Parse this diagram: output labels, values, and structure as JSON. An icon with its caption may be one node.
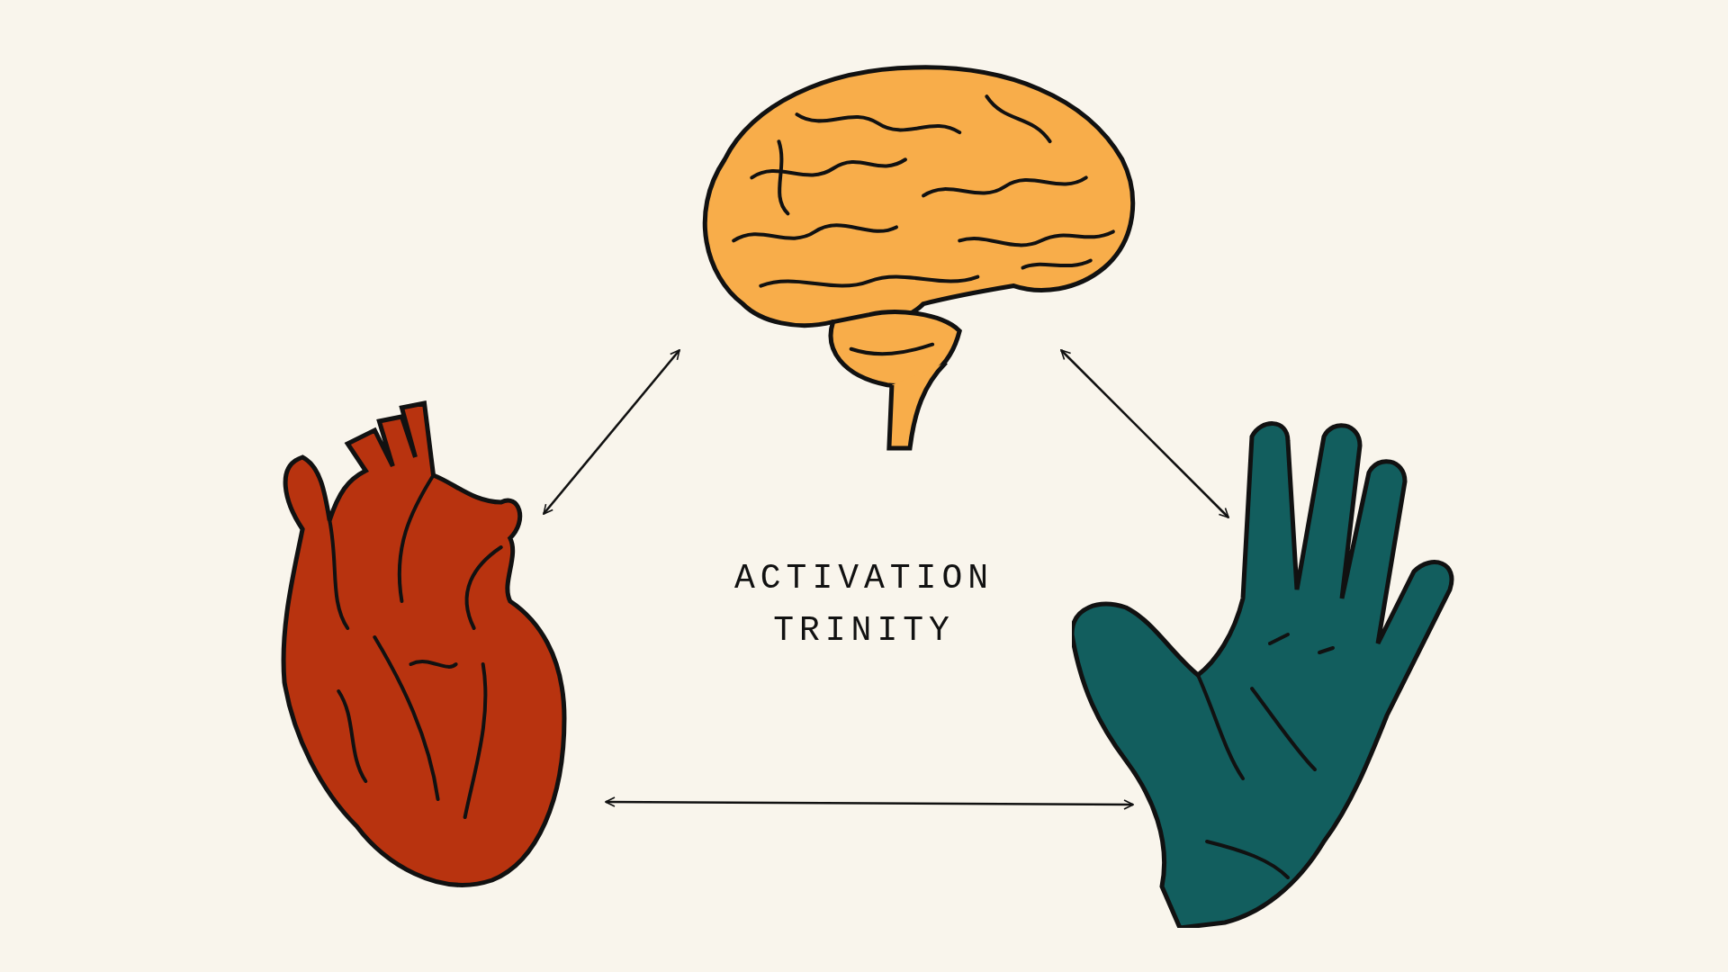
{
  "diagram": {
    "nodes": [
      {
        "text": [],
        "shape": "picture"
      },
      {
        "text": [],
        "shape": "picture"
      },
      {
        "text": [],
        "shape": "picture"
      }
    ],
    "edges": [
      {
        "from": 1,
        "to": 0,
        "arrow": "both"
      },
      {
        "from": 0,
        "to": 2,
        "arrow": "both"
      },
      {
        "from": 1,
        "to": 2,
        "arrow": "both"
      }
    ],
    "labels": [
      "ACTIVATION TRINITY"
    ]
  }
}
